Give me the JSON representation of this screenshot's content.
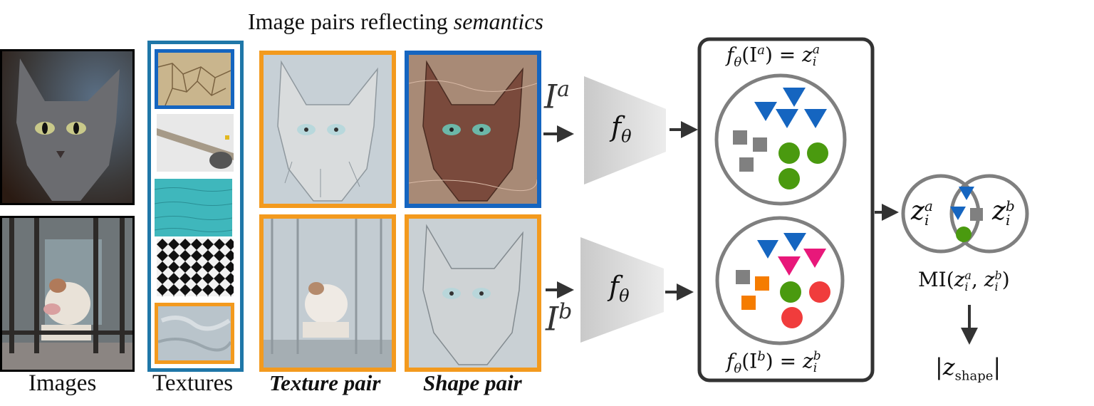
{
  "header": {
    "title_prefix": "Image pairs reflecting ",
    "title_emphasis": "semantics"
  },
  "captions": {
    "images": "Images",
    "textures": "Textures",
    "texture_pair": "Texture pair",
    "shape_pair": "Shape pair"
  },
  "inputs": {
    "a_base": "I",
    "a_sup": "a",
    "b_base": "I",
    "b_sup": "b"
  },
  "encoder": {
    "base": "f",
    "sub": "θ"
  },
  "embeddings": {
    "top": {
      "f": "f",
      "sub": "θ",
      "arg": "(I",
      "arg_sup": "a",
      "close": ")",
      "eq": " = ",
      "z": "z",
      "z_sub": "i",
      "z_sup": "a"
    },
    "bottom": {
      "f": "f",
      "sub": "θ",
      "arg": "(I",
      "arg_sup": "b",
      "close": ")",
      "eq": " = ",
      "z": "z",
      "z_sub": "i",
      "z_sup": "b"
    }
  },
  "venn": {
    "left_z": "z",
    "left_sub": "i",
    "left_sup": "a",
    "right_z": "z",
    "right_sub": "i",
    "right_sup": "b"
  },
  "mi": {
    "prefix": "MI(",
    "z1": "z",
    "z1_sub": "i",
    "z1_sup": "a",
    "comma": ", ",
    "z2": "z",
    "z2_sub": "i",
    "z2_sup": "b",
    "close": ")"
  },
  "output": {
    "open": "|",
    "z": "z",
    "sub": "shape",
    "close": "|"
  },
  "colors": {
    "blue": "#1565c0",
    "orange": "#f39a1e",
    "texture_panel": "#1f77a8",
    "green": "#4a9a0f",
    "gray": "#808080",
    "magenta": "#e8187a",
    "red": "#f03c3c",
    "orange_square": "#f57c00"
  }
}
